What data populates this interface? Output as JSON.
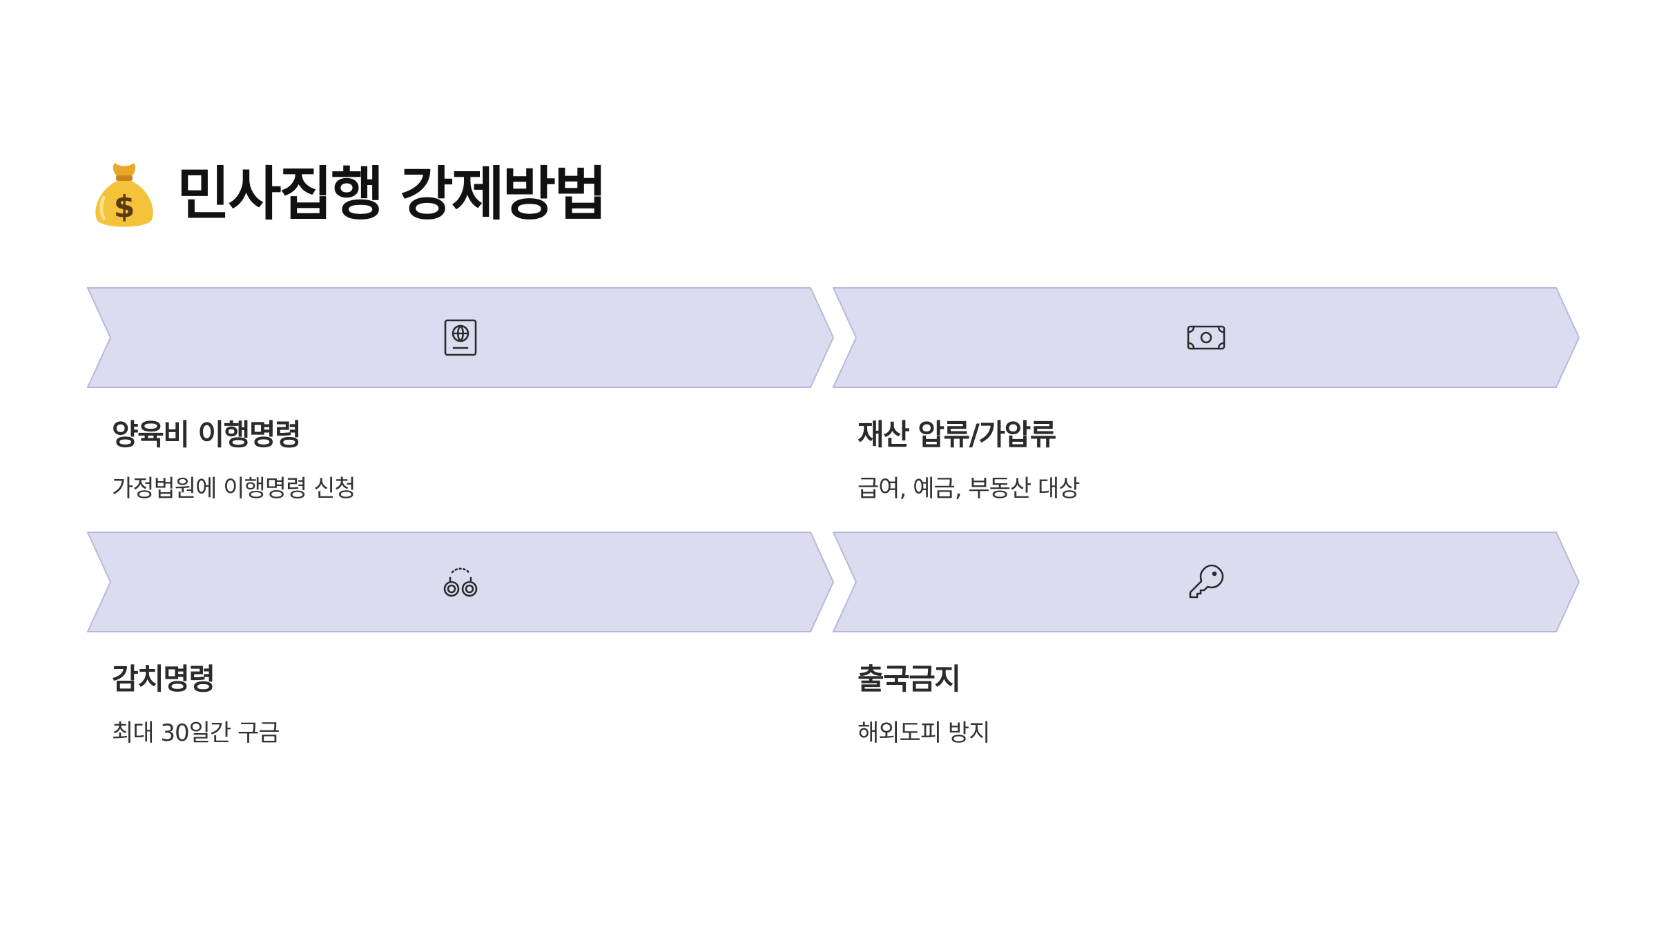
{
  "title": {
    "icon": "money-bag-icon",
    "text": "민사집행 강제방법"
  },
  "colors": {
    "arrow_fill": "#dcdcf0",
    "arrow_stroke": "#b7b7dc",
    "icon_stroke": "#2b2b2b",
    "money_bag": "#f5c33b"
  },
  "cards": [
    {
      "icon": "passport-icon",
      "title": "양육비 이행명령",
      "desc": "가정법원에 이행명령 신청"
    },
    {
      "icon": "banknote-icon",
      "title": "재산 압류/가압류",
      "desc": "급여, 예금, 부동산 대상"
    },
    {
      "icon": "handcuffs-icon",
      "title": "감치명령",
      "desc": "최대 30일간 구금"
    },
    {
      "icon": "key-icon",
      "title": "출국금지",
      "desc": "해외도피 방지"
    }
  ]
}
